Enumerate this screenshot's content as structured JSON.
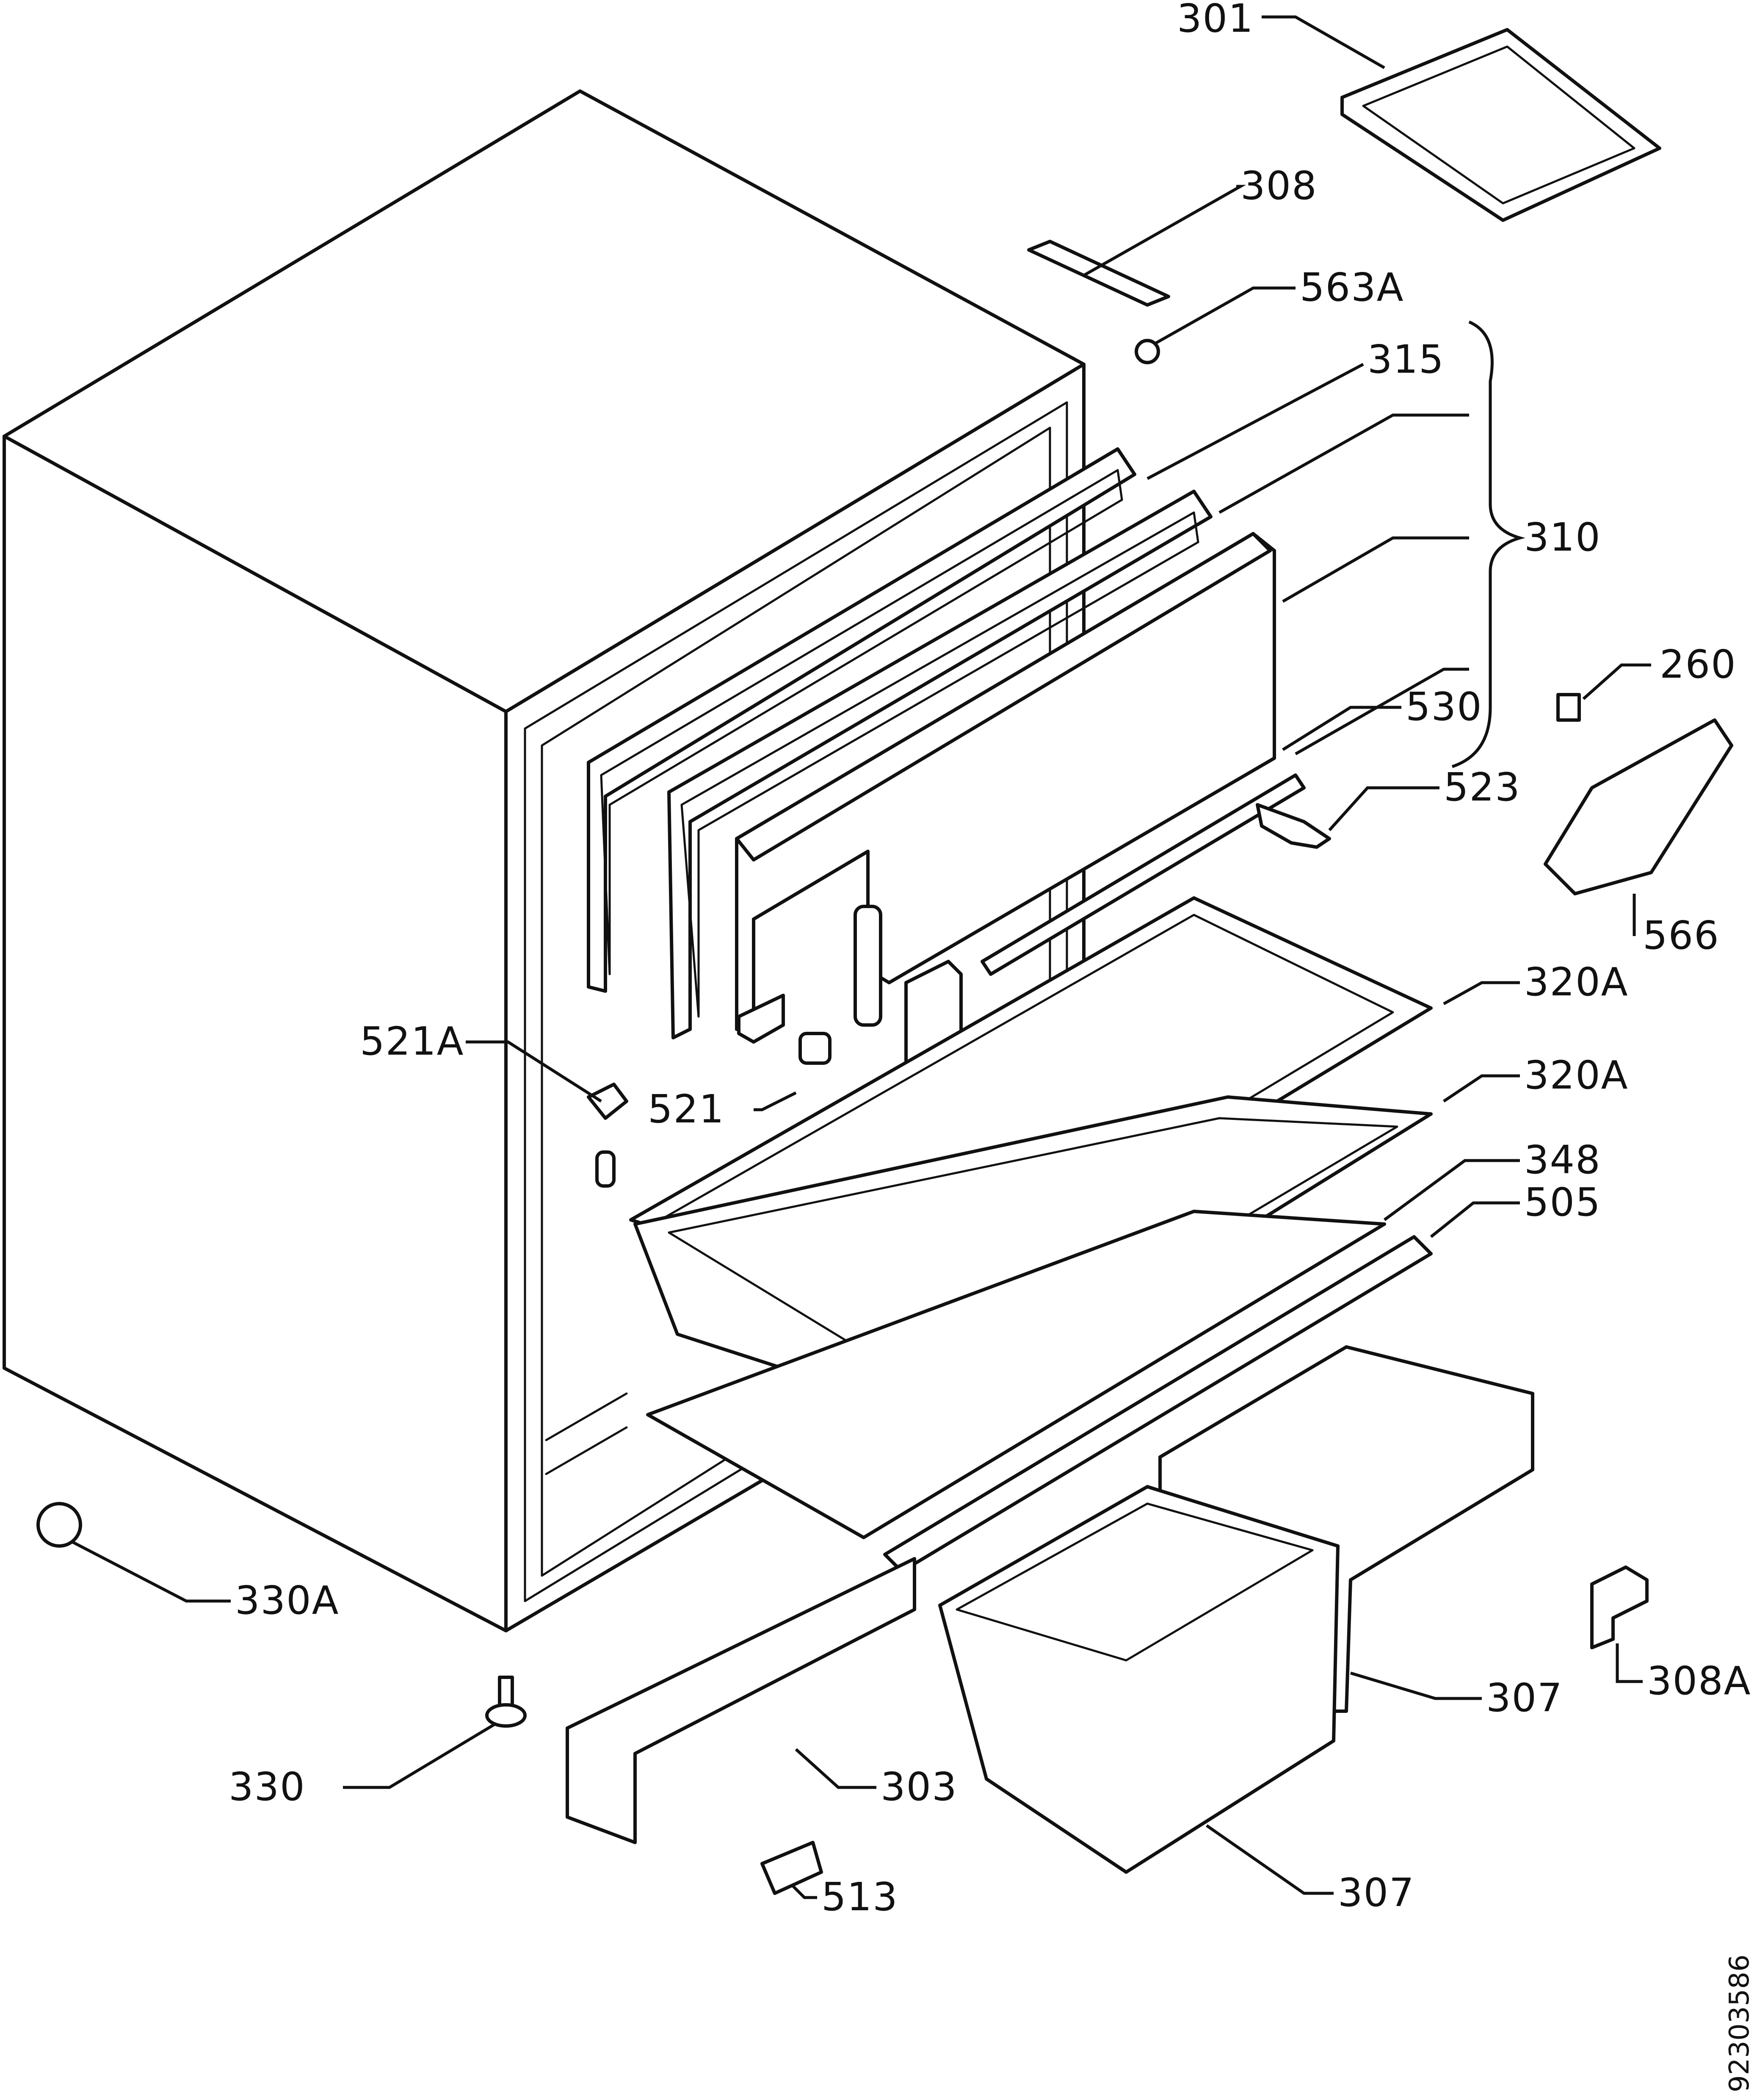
{
  "labels": {
    "l301": "301",
    "l308": "308",
    "l563A": "563A",
    "l315": "315",
    "l310": "310",
    "l260": "260",
    "l530": "530",
    "l523": "523",
    "l566": "566",
    "l320A_1": "320A",
    "l320A_2": "320A",
    "l521A": "521A",
    "l521": "521",
    "l348": "348",
    "l505": "505",
    "l330A": "330A",
    "l307_1": "307",
    "l308A": "308A",
    "l330": "330",
    "l303": "303",
    "l513": "513",
    "l307_2": "307"
  },
  "drawing_code": "92303586"
}
